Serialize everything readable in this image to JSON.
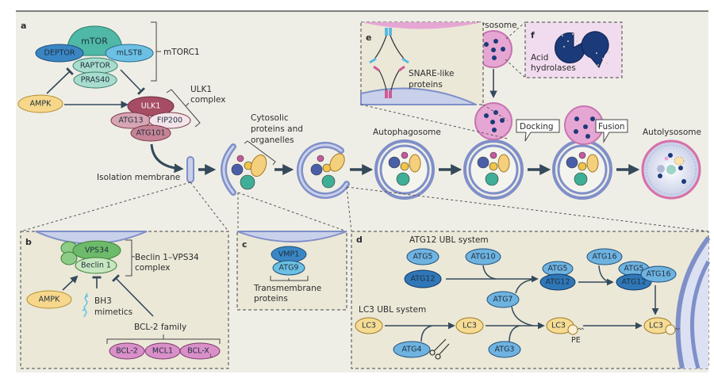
{
  "figure": {
    "panels": {
      "a": "a",
      "b": "b",
      "c": "c",
      "d": "d",
      "e": "e",
      "f": "f"
    },
    "colors": {
      "background": "#efeee6",
      "membrane": "#7f8fc8",
      "membrane_light": "#c9d0ea",
      "mtor_teal": "#4fb8a6",
      "ulk_maroon": "#b05a6e",
      "ulk_pink": "#d7a5b3",
      "ampk_yellow": "#f6d78b",
      "vps_green": "#6dbb6a",
      "atg_blue": "#6fb3e0",
      "atg_dark": "#2f77b8",
      "lc3_yellow": "#f6dc93",
      "bcl_pink": "#d98fc8",
      "lysosome_pink": "#e6a6d3",
      "hydrolase_navy": "#1b3a7a",
      "arrow": "#34495a"
    },
    "panel_a": {
      "mtorc1": {
        "mtor": "mTOR",
        "deptor": "DEPTOR",
        "mlst8": "mLST8",
        "raptor": "RAPTOR",
        "pras40": "PRAS40",
        "complex_label": "mTORC1"
      },
      "ampk": "AMPK",
      "ulk1": {
        "ulk1": "ULK1",
        "atg13": "ATG13",
        "fip200": "FIP200",
        "atg101": "ATG101",
        "complex_label": "ULK1 complex"
      }
    },
    "pathway": {
      "isolation_membrane": "Isolation membrane",
      "cargo": "Cytosolic proteins and organelles",
      "autophagosome": "Autophagosome",
      "lysosome": "Lysosome",
      "docking": "Docking",
      "fusion": "Fusion",
      "autolysosome": "Autolysosome"
    },
    "panel_b": {
      "vps34": "VPS34",
      "beclin1": "Beclin 1",
      "complex_label": "Beclin 1–VPS34 complex",
      "ampk": "AMPK",
      "bh3": "BH3 mimetics",
      "bcl2_family": "BCL-2 family",
      "members": [
        "BCL-2",
        "MCL1",
        "BCL-X"
      ],
      "bclx_subscript": "L"
    },
    "panel_c": {
      "vmp1": "VMP1",
      "atg9": "ATG9",
      "label": "Transmembrane proteins"
    },
    "panel_d": {
      "atg12_system": "ATG12 UBL system",
      "lc3_system": "LC3 UBL system",
      "atg5": "ATG5",
      "atg10": "ATG10",
      "atg12": "ATG12",
      "atg7": "ATG7",
      "atg16": "ATG16",
      "lc3": "LC3",
      "atg4": "ATG4",
      "atg3": "ATG3",
      "pe": "PE"
    },
    "panel_e": {
      "label": "SNARE-like proteins"
    },
    "panel_f": {
      "label": "Acid hydrolases"
    }
  }
}
